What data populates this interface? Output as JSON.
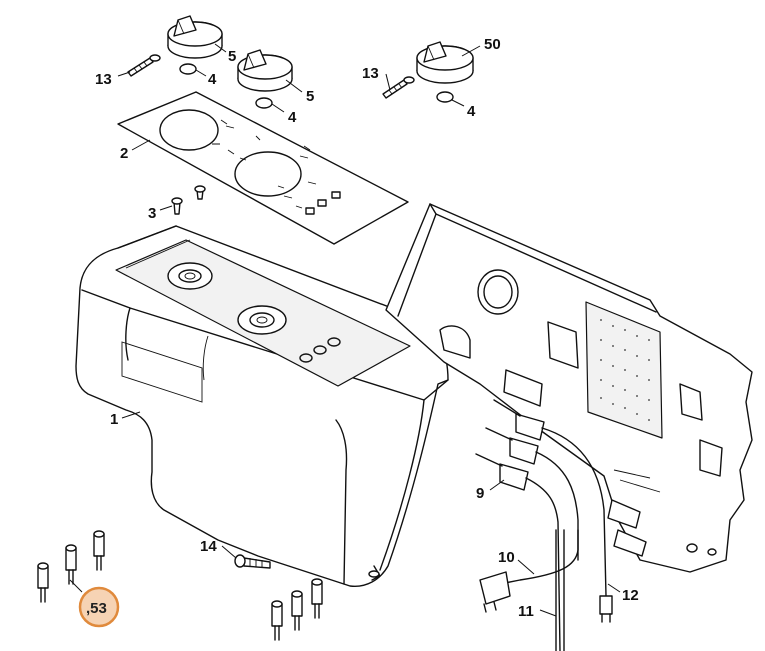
{
  "callouts": [
    {
      "id": "label-5a",
      "text": "5"
    },
    {
      "id": "label-4a",
      "text": "4"
    },
    {
      "id": "label-13a",
      "text": "13"
    },
    {
      "id": "label-5b",
      "text": "5"
    },
    {
      "id": "label-4b",
      "text": "4"
    },
    {
      "id": "label-50",
      "text": "50"
    },
    {
      "id": "label-13b",
      "text": "13"
    },
    {
      "id": "label-4c",
      "text": "4"
    },
    {
      "id": "label-2",
      "text": "2"
    },
    {
      "id": "label-3",
      "text": "3"
    },
    {
      "id": "label-1",
      "text": "1"
    },
    {
      "id": "label-9",
      "text": "9"
    },
    {
      "id": "label-14",
      "text": "14"
    },
    {
      "id": "label-10",
      "text": "10"
    },
    {
      "id": "label-12",
      "text": "12"
    },
    {
      "id": "label-11",
      "text": "11"
    }
  ],
  "highlight": {
    "text": ",53",
    "color": "#e08a3c"
  }
}
